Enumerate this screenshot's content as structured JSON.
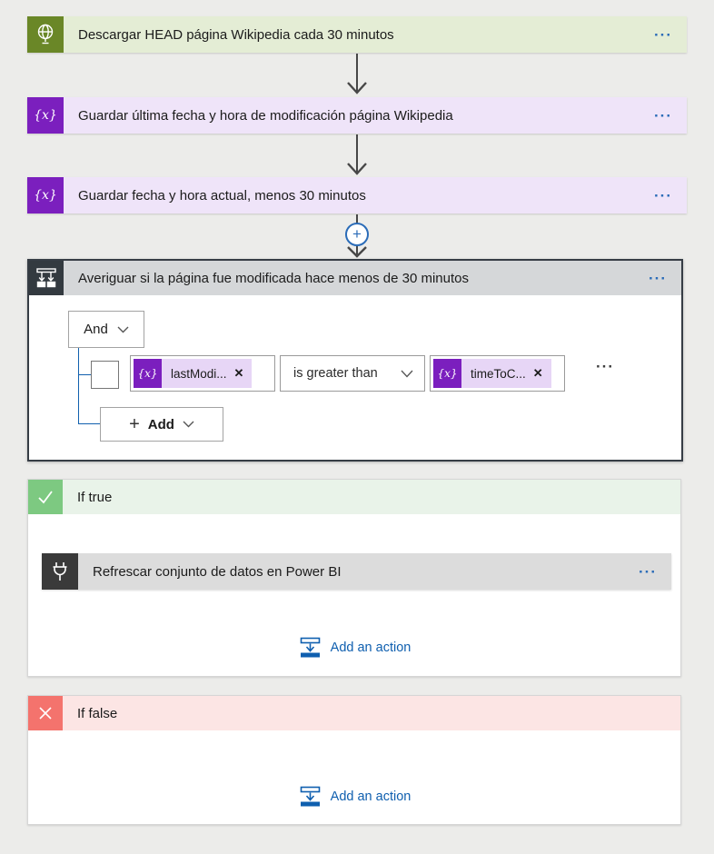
{
  "ui": {
    "menu_glyph": "···",
    "remove_glyph": "✕",
    "variable_glyph": "{x}",
    "plus_glyph": "+"
  },
  "colors": {
    "canvas_bg": "#ECECEA",
    "http_green": "#6A8727",
    "http_bar": "#E4EDD5",
    "variable_purple": "#7B1FBE",
    "variable_bar": "#EFE4F9",
    "condition_dark": "#333A40",
    "condition_bar": "#D5D7D9",
    "true_green": "#7DC981",
    "true_bar": "#E9F3E9",
    "false_red": "#F4736D",
    "false_bar": "#FCE5E4",
    "powerbi_dark": "#3A3A3A",
    "powerbi_bar": "#DCDCDC",
    "link_blue": "#0F5FAF",
    "accent_blue": "#2B6CB8"
  },
  "trigger": {
    "title": "Descargar HEAD página Wikipedia cada 30 minutos"
  },
  "actions": [
    {
      "title": "Guardar última fecha y hora de modificación página Wikipedia"
    },
    {
      "title": "Guardar fecha y hora actual, menos 30 minutos"
    }
  ],
  "condition": {
    "title": "Averiguar si la página fue modificada hace menos de 30 minutos",
    "join_operator": "And",
    "row": {
      "left_token": "lastModi...",
      "operator": "is greater than",
      "right_token": "timeToC..."
    },
    "add_label": "Add"
  },
  "if_true": {
    "title": "If true",
    "action_title": "Refrescar conjunto de datos en Power BI",
    "add_action_label": "Add an action"
  },
  "if_false": {
    "title": "If false",
    "add_action_label": "Add an action"
  }
}
